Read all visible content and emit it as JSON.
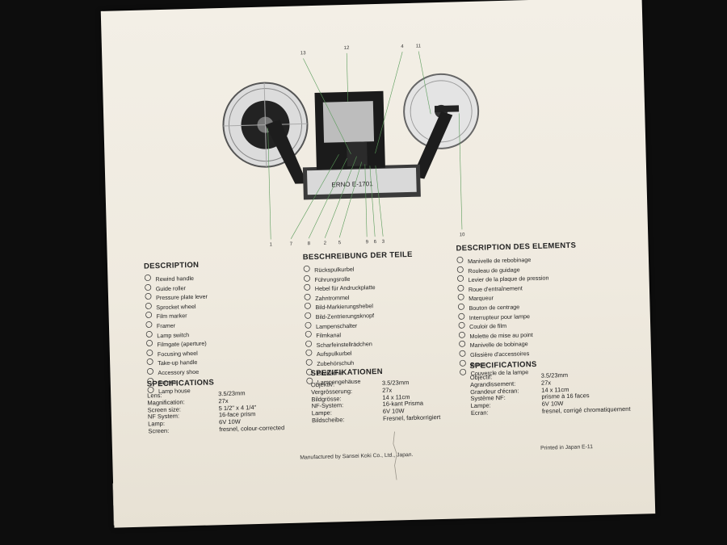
{
  "diagram": {
    "model_label": "ERNO E-1701",
    "callout_top": [
      "13",
      "12",
      "4",
      "11"
    ],
    "callout_bottom": [
      "1",
      "7",
      "8",
      "2",
      "5",
      "9",
      "6",
      "3"
    ],
    "callout_right": "10"
  },
  "description": {
    "title": "DESCRIPTION",
    "items": [
      "Rewind handle",
      "Guide roller",
      "Pressure plate lever",
      "Sprocket wheel",
      "Film marker",
      "Framer",
      "Lamp switch",
      "Filmgate (aperture)",
      "Focusing wheel",
      "Take-up handle",
      "Accessory shoe",
      "Screen",
      "Lamp house"
    ]
  },
  "beschreibung": {
    "title": "BESCHREIBUNG DER TEILE",
    "items": [
      "Rückspulkurbel",
      "Führungsrolle",
      "Hebel für Andruckplatte",
      "Zahntrommel",
      "Bild-Markierungshebel",
      "Bild-Zentrierungsknopf",
      "Lampenschalter",
      "Filmkanal",
      "Scharfeinstellrädchen",
      "Aufspulkurbel",
      "Zubehörschuh",
      "Bildfläche",
      "Lampengehäuse"
    ]
  },
  "elements": {
    "title": "DESCRIPTION DES ELEMENTS",
    "items": [
      "Manivelle de rebobinage",
      "Rouleau de guidage",
      "Levier de la plaque de pression",
      "Roue d'entraînement",
      "Marqueur",
      "Bouton de centrage",
      "Interrupteur pour lampe",
      "Couloir de film",
      "Molette de mise au point",
      "Manivelle de bobinage",
      "Glissière d'accessoires",
      "Ecran",
      "Couvercle de la lampe"
    ]
  },
  "spec_en": {
    "title": "SPECIFICATIONS",
    "rows": [
      {
        "k": "Lens:",
        "v": "3.5/23mm"
      },
      {
        "k": "Magnification:",
        "v": "27x"
      },
      {
        "k": "Screen size:",
        "v": "5 1/2\" x 4 1/4\""
      },
      {
        "k": "NF System:",
        "v": "16-face prism"
      },
      {
        "k": "Lamp:",
        "v": "6V 10W"
      },
      {
        "k": "Screen:",
        "v": "fresnel, colour-corrected"
      }
    ]
  },
  "spec_de": {
    "title": "SPEZIFIKATIONEN",
    "rows": [
      {
        "k": "Objektiv:",
        "v": "3.5/23mm"
      },
      {
        "k": "Vergrösserung:",
        "v": "27x"
      },
      {
        "k": "Bildgrösse:",
        "v": "14 x 11cm"
      },
      {
        "k": "NF-System:",
        "v": "16-kant Prisma"
      },
      {
        "k": "Lampe:",
        "v": "6V 10W"
      },
      {
        "k": "Bildscheibe:",
        "v": "Fresnel, farbkorrigiert"
      }
    ]
  },
  "spec_fr": {
    "title": "SPECIFICATIONS",
    "rows": [
      {
        "k": "Objectif:",
        "v": "3.5/23mm"
      },
      {
        "k": "Agrandissement:",
        "v": "27x"
      },
      {
        "k": "Grandeur d'écran:",
        "v": "14 x 11cm"
      },
      {
        "k": "Système NF:",
        "v": "prisme à 16 faces"
      },
      {
        "k": "Lampe:",
        "v": "6V 10W"
      },
      {
        "k": "Ecran:",
        "v": "fresnel, corrigé chromatiquement"
      }
    ]
  },
  "footer": {
    "manufacturer": "Manufactured by Sansei Koki Co., Ltd., Japan.",
    "printed": "Printed in Japan E-11"
  }
}
